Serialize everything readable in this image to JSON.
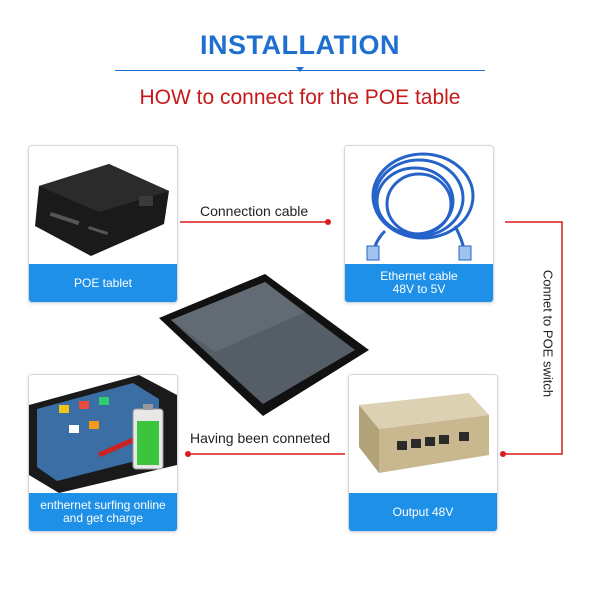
{
  "header": {
    "title": "INSTALLATION",
    "subtitle": "HOW to connect for the POE table"
  },
  "cards": {
    "tablet": {
      "label": "POE tablet"
    },
    "ethernet": {
      "label_line1": "Ethernet cable",
      "label_line2": "48V to 5V"
    },
    "surfing": {
      "label_line1": "enthernet surfing online",
      "label_line2": "and get charge"
    },
    "output": {
      "label": "Output 48V"
    }
  },
  "connectors": {
    "top": "Connection cable",
    "bottom": "Having been conneted",
    "side": "Connet to POE switch"
  },
  "colors": {
    "title_blue": "#1f6fd0",
    "subtitle_red": "#c61a1a",
    "card_bar_blue": "#1e90e8",
    "connector_red": "#d91c1c"
  }
}
